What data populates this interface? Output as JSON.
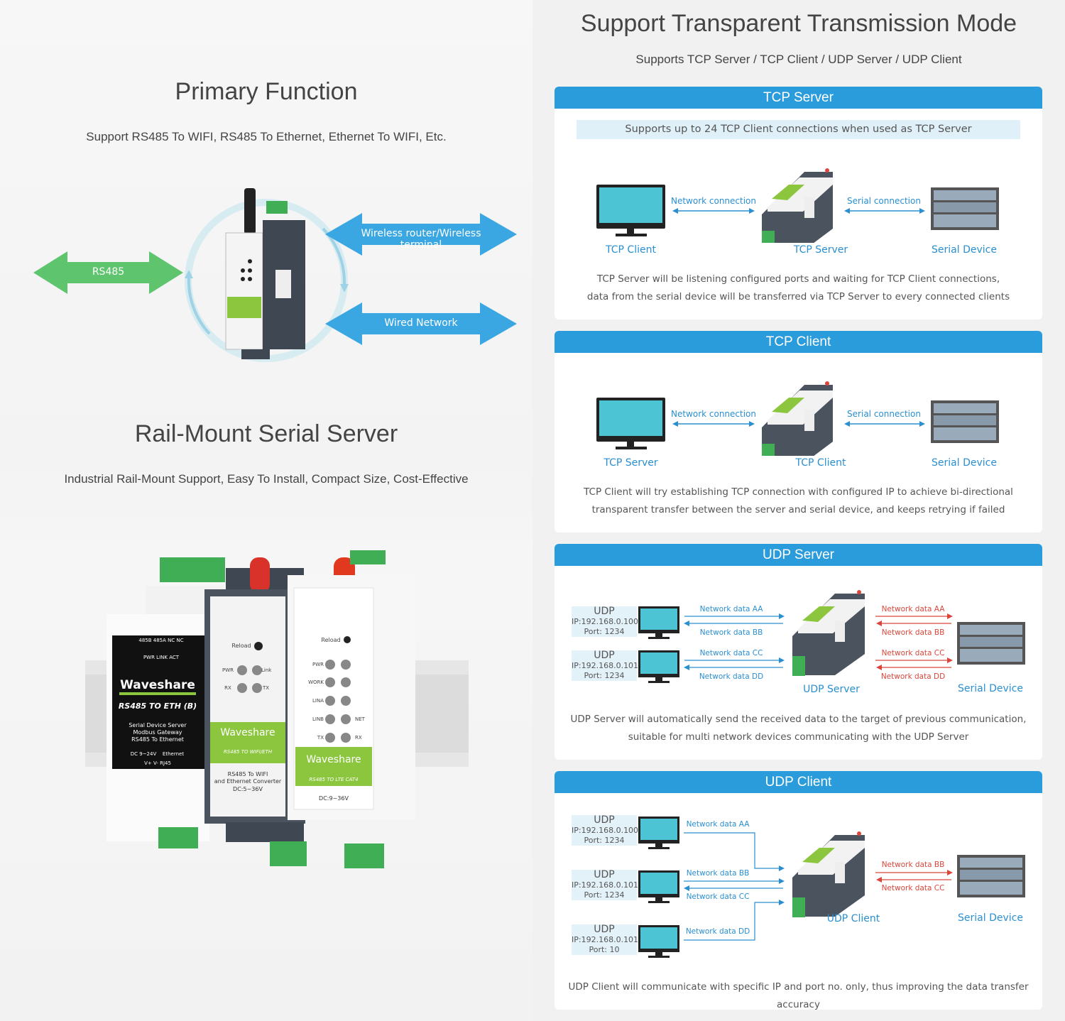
{
  "left": {
    "primary_title": "Primary Function",
    "primary_sub": "Support RS485 To WIFI, RS485 To Ethernet, Ethernet To WIFI, Etc.",
    "arrow_rs485": "RS485",
    "arrow_wireless": "Wireless router/Wireless terminal",
    "arrow_wired": "Wired Network",
    "rail_title": "Rail-Mount Serial Server",
    "rail_sub": "Industrial Rail-Mount Support, Easy To Install, Compact Size, Cost-Effective",
    "dev1": {
      "pins": "485B 485A NC NC",
      "leds": "PWR LINK ACT",
      "brand": "Waveshare",
      "model": "RS485 TO ETH (B)",
      "line1": "Serial Device Server",
      "line2": "Modbus Gateway",
      "line3": "RS485 To Ethernet",
      "power": "DC 9~24V",
      "eth": "Ethernet",
      "ports": "V+ V- RJ45"
    },
    "dev2": {
      "reload": "Reload",
      "pwr": "PWR",
      "link": "Link",
      "rx": "RX",
      "tx": "TX",
      "brand": "Waveshare",
      "model": "RS485 TO WIFI/ETH",
      "line1": "RS485 To WIFI",
      "line2": "and Ethernet Converter",
      "power": "DC:5~36V"
    },
    "dev3": {
      "reload": "Reload",
      "pwr": "PWR",
      "work": "WORK",
      "lina": "LINA",
      "linb": "LINB",
      "net": "NET",
      "tx": "TX",
      "rx": "RX",
      "brand": "Waveshare",
      "model": "RS485 TO LTE CAT4",
      "power": "DC:9~36V"
    }
  },
  "right": {
    "title": "Support Transparent Transmission Mode",
    "sub": "Supports TCP Server / TCP Client / UDP Server / UDP Client",
    "tcp_server": {
      "head": "TCP Server",
      "highlight": "Supports up to 24 TCP Client connections when used as TCP Server",
      "net_conn": "Network connection",
      "ser_conn": "Serial connection",
      "cap_left": "TCP Client",
      "cap_mid": "TCP Server",
      "cap_right": "Serial Device",
      "desc1": "TCP Server will be listening configured ports and waiting for TCP Client connections,",
      "desc2": "data from the serial device will be transferred via TCP Server to every connected clients"
    },
    "tcp_client": {
      "head": "TCP Client",
      "net_conn": "Network connection",
      "ser_conn": "Serial connection",
      "cap_left": "TCP Server",
      "cap_mid": "TCP Client",
      "cap_right": "Serial Device",
      "desc1": "TCP Client will try establishing TCP connection with configured IP to achieve bi-directional",
      "desc2": "transparent transfer between the server and serial device, and keeps retrying if failed"
    },
    "udp_server": {
      "head": "UDP Server",
      "box1": {
        "t": "UDP",
        "ip": "IP:192.168.0.100",
        "port": "Port: 1234"
      },
      "box2": {
        "t": "UDP",
        "ip": "IP:192.168.0.101",
        "port": "Port: 1234"
      },
      "aa": "Network data AA",
      "bb": "Network data BB",
      "cc": "Network data CC",
      "dd": "Network data DD",
      "cap_mid": "UDP Server",
      "cap_right": "Serial Device",
      "desc1": "UDP Server will automatically send the received data to the target of previous communication,",
      "desc2": "suitable for multi network devices communicating with the UDP Server"
    },
    "udp_client": {
      "head": "UDP Client",
      "box1": {
        "t": "UDP",
        "ip": "IP:192.168.0.100",
        "port": "Port: 1234"
      },
      "box2": {
        "t": "UDP",
        "ip": "IP:192.168.0.101",
        "port": "Port: 1234"
      },
      "box3": {
        "t": "UDP",
        "ip": "IP:192.168.0.101",
        "port": "Port: 10"
      },
      "aa": "Network data AA",
      "bb": "Network data BB",
      "cc": "Network data CC",
      "dd": "Network data DD",
      "bb_r": "Network data BB",
      "cc_r": "Network data CC",
      "cap_mid": "UDP Client",
      "cap_right": "Serial Device",
      "desc1": "UDP Client will communicate with specific IP and port no. only, thus improving the data transfer accuracy"
    }
  },
  "colors": {
    "blue": "#2a9bdb",
    "green_arrow": "#5fc46e",
    "blue_arrow": "#3aa7e3",
    "device_green": "#8cc63f",
    "red": "#d9463b"
  }
}
